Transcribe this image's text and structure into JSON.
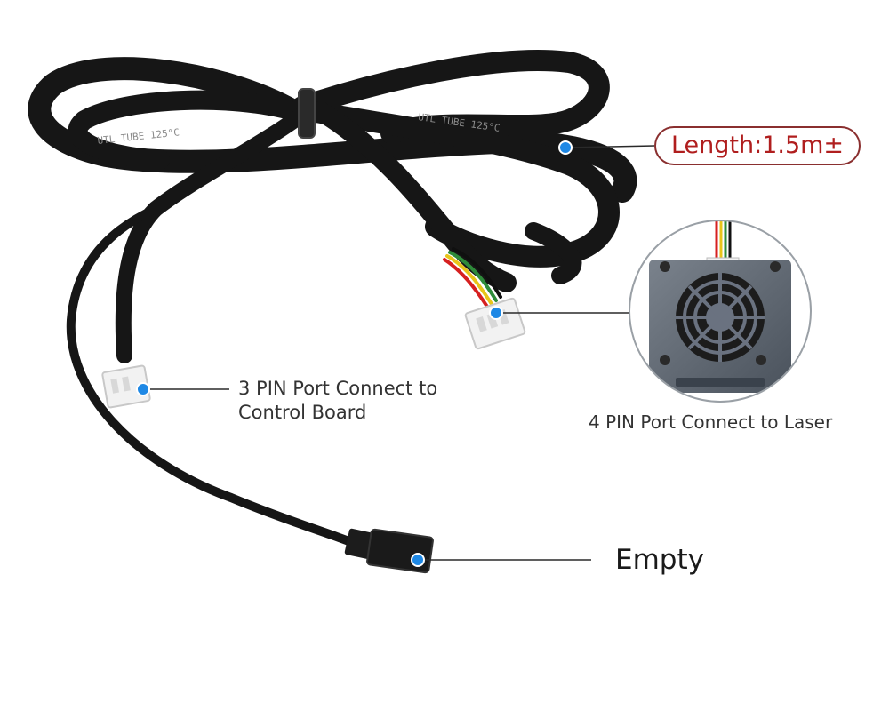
{
  "colors": {
    "cable": "#161616",
    "connector_white": "#f2f2f2",
    "marker": "#1e88e5",
    "badge_border": "#8a2f2f",
    "badge_text": "#b01e1e",
    "laser_module": "#5e6670"
  },
  "cable_print": "UTL TUBE 125°C",
  "annotations": {
    "length": "Length:1.5m±",
    "port_3pin_line1": "3 PIN Port Connect to",
    "port_3pin_line2": "Control Board",
    "port_4pin": "4 PIN Port Connect to Laser",
    "empty": "Empty"
  }
}
